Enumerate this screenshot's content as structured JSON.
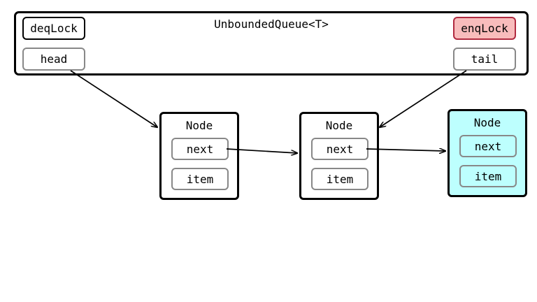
{
  "queue": {
    "title": "UnboundedQueue<T>",
    "deq_lock": "deqLock",
    "enq_lock": "enqLock",
    "head": "head",
    "tail": "tail"
  },
  "nodes": [
    {
      "label": "Node",
      "next": "next",
      "item": "item"
    },
    {
      "label": "Node",
      "next": "next",
      "item": "item"
    },
    {
      "label": "Node",
      "next": "next",
      "item": "item"
    }
  ],
  "colors": {
    "enq_lock_fill": "#f8bcbc",
    "enq_lock_border": "#b02a40",
    "new_node_fill": "#bdfffe"
  }
}
